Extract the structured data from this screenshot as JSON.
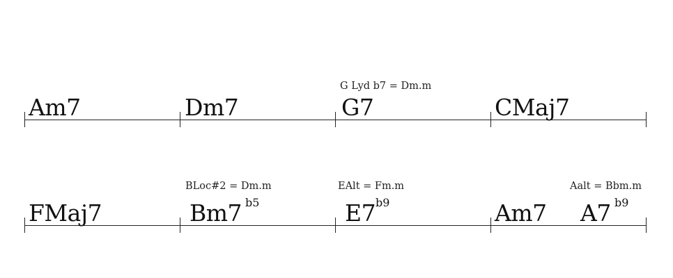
{
  "lines": [
    {
      "bars": [
        {
          "chords": [
            {
              "root": "Am7"
            }
          ]
        },
        {
          "chords": [
            {
              "root": "Dm7"
            }
          ]
        },
        {
          "scale": "G Lyd b7 = Dm.m",
          "chords": [
            {
              "root": "G7"
            }
          ]
        },
        {
          "chords": [
            {
              "root": "CMaj7"
            }
          ]
        }
      ]
    },
    {
      "bars": [
        {
          "chords": [
            {
              "root": "FMaj7"
            }
          ]
        },
        {
          "scale": "BLoc#2 = Dm.m",
          "chords": [
            {
              "root": "Bm7",
              "extension": "b5"
            }
          ]
        },
        {
          "scale": "EAlt = Fm.m",
          "chords": [
            {
              "root": "E7",
              "extension": "b9"
            }
          ]
        },
        {
          "scale": "Aalt = Bbm.m",
          "chords": [
            {
              "root": "Am7"
            },
            {
              "root": "A7",
              "extension": "b9"
            }
          ]
        }
      ]
    }
  ]
}
